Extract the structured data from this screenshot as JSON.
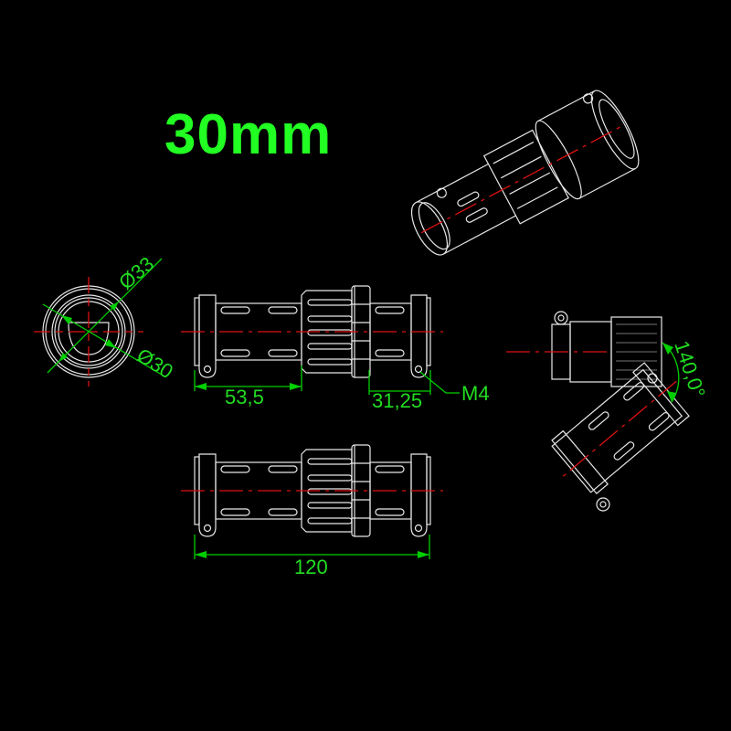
{
  "title": "30mm",
  "dimensions": {
    "outer_diameter": "Ø33",
    "inner_diameter": "Ø30",
    "left_length": "53,5",
    "right_length": "31,25",
    "thread": "M4",
    "total_length": "120",
    "angle": "140,0°"
  },
  "colors": {
    "background": "#000000",
    "title": "#22ff22",
    "dimension": "#00d000",
    "centerline": "#dd1111",
    "outline": "#e8e8e8"
  }
}
